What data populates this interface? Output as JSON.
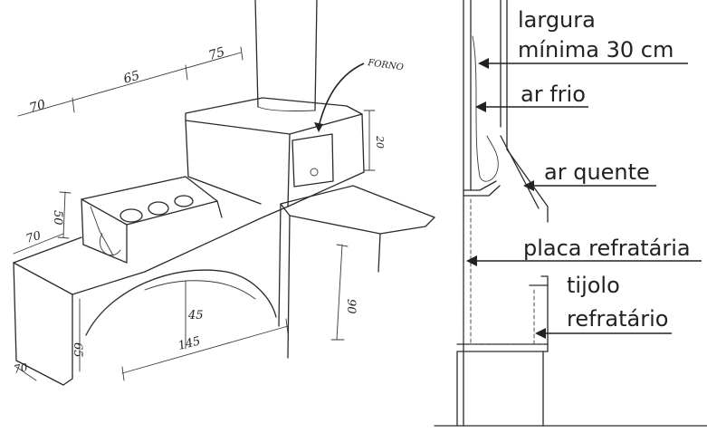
{
  "sketch": {
    "dims": {
      "d70_top": "70",
      "d65": "65",
      "d75": "75",
      "d50": "50",
      "d70_left": "70",
      "d45": "45",
      "d145": "145",
      "d90": "90",
      "d65_low": "65",
      "d70_low": "70",
      "d20": "20"
    },
    "forno_label": "FORNO"
  },
  "section": {
    "largura_line1": "largura",
    "largura_line2": "mínima 30 cm",
    "ar_frio": "ar frio",
    "ar_quente": "ar quente",
    "placa": "placa refratária",
    "tijolo_line1": "tijolo",
    "tijolo_line2": "refratário"
  }
}
